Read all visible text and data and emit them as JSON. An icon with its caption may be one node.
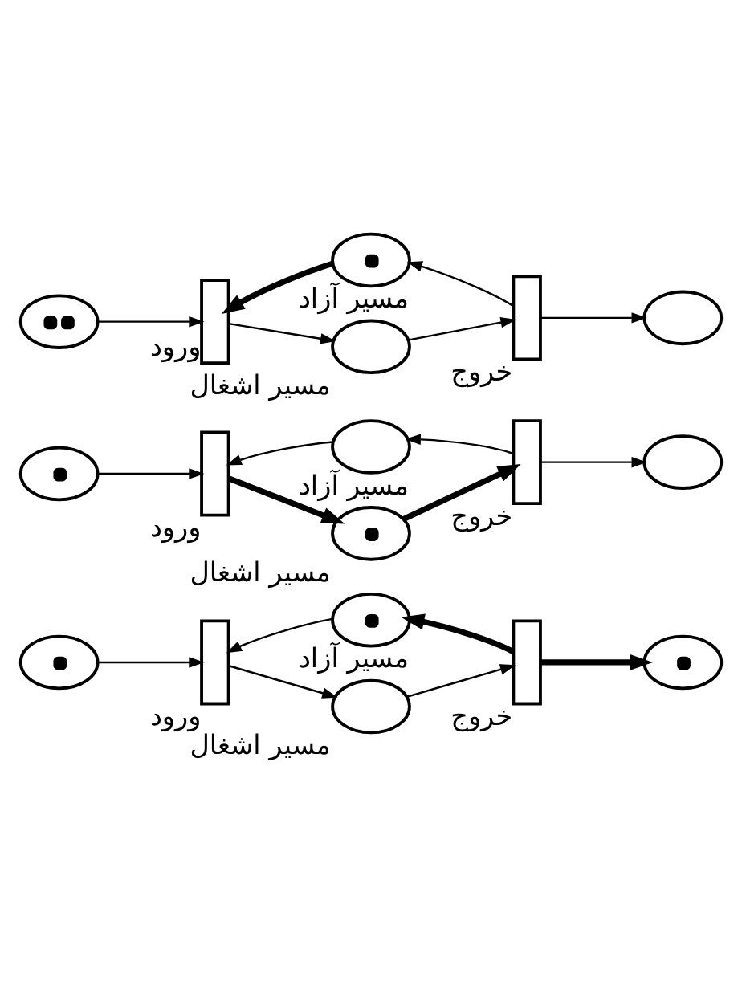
{
  "diagram": {
    "nodes": [
      {
        "text": [],
        "shape": "circle"
      },
      {
        "text": [],
        "shape": "bar",
        "beside": [
          "ورود"
        ]
      },
      {
        "text": [],
        "shape": "circle",
        "beside": [
          "مسیر اشغال"
        ]
      },
      {
        "text": [],
        "shape": "bar",
        "beside": [
          "خروج"
        ]
      },
      {
        "text": [],
        "shape": "circle"
      },
      {
        "text": [],
        "shape": "circle",
        "beside": [
          "مسیر آزاد"
        ]
      },
      {
        "text": [],
        "shape": "circle"
      },
      {
        "text": [],
        "shape": "bar",
        "beside": [
          "ورود"
        ]
      },
      {
        "text": [],
        "shape": "circle",
        "beside": [
          "مسیر اشغال"
        ]
      },
      {
        "text": [],
        "shape": "bar",
        "beside": [
          "خروج"
        ]
      },
      {
        "text": [],
        "shape": "circle"
      },
      {
        "text": [],
        "shape": "circle",
        "beside": [
          "مسیر آزاد"
        ]
      },
      {
        "text": [],
        "shape": "circle"
      },
      {
        "text": [],
        "shape": "bar",
        "beside": [
          "ورود"
        ]
      },
      {
        "text": [],
        "shape": "circle",
        "beside": [
          "مسیر اشغال"
        ]
      },
      {
        "text": [],
        "shape": "bar",
        "beside": [
          "خروج"
        ]
      },
      {
        "text": [],
        "shape": "circle"
      },
      {
        "text": [],
        "shape": "circle",
        "beside": [
          "مسیر آزاد"
        ]
      }
    ],
    "edges": [
      {
        "from": 0,
        "to": 1,
        "arrow": "to"
      },
      {
        "from": 1,
        "to": 2,
        "arrow": "to"
      },
      {
        "from": 2,
        "to": 3,
        "arrow": "to"
      },
      {
        "from": 3,
        "to": 4,
        "arrow": "to"
      },
      {
        "from": 3,
        "to": 5,
        "arrow": "to"
      },
      {
        "from": 5,
        "to": 1,
        "arrow": "to",
        "style": "thick"
      },
      {
        "from": 6,
        "to": 7,
        "arrow": "to"
      },
      {
        "from": 7,
        "to": 8,
        "arrow": "to",
        "style": "thick"
      },
      {
        "from": 8,
        "to": 9,
        "arrow": "to",
        "style": "thick"
      },
      {
        "from": 9,
        "to": 10,
        "arrow": "to"
      },
      {
        "from": 9,
        "to": 11,
        "arrow": "to"
      },
      {
        "from": 11,
        "to": 7,
        "arrow": "to"
      },
      {
        "from": 12,
        "to": 13,
        "arrow": "to"
      },
      {
        "from": 13,
        "to": 14,
        "arrow": "to"
      },
      {
        "from": 14,
        "to": 15,
        "arrow": "to"
      },
      {
        "from": 15,
        "to": 16,
        "arrow": "to",
        "style": "thick"
      },
      {
        "from": 15,
        "to": 17,
        "arrow": "to",
        "style": "thick"
      },
      {
        "from": 17,
        "to": 13,
        "arrow": "to"
      }
    ]
  }
}
